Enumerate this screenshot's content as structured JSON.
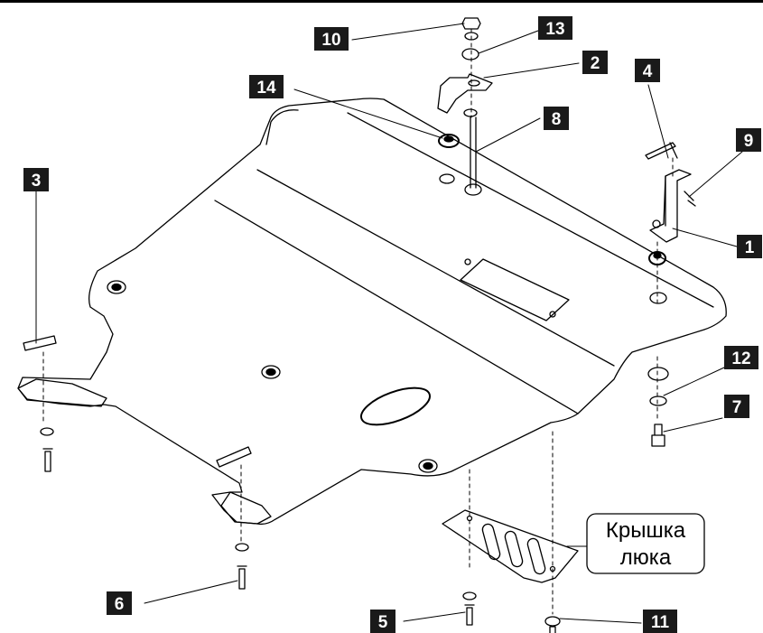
{
  "colors": {
    "line": "#000000",
    "background": "#ffffff",
    "label_bg": "#1a1a1a",
    "label_fg": "#ffffff"
  },
  "callouts": {
    "c1": "1",
    "c2": "2",
    "c3": "3",
    "c4": "4",
    "c5": "5",
    "c6": "6",
    "c7": "7",
    "c8": "8",
    "c9": "9",
    "c10": "10",
    "c11": "11",
    "c12": "12",
    "c13": "13",
    "c14": "14"
  },
  "hatch_note": {
    "line1": "Крышка",
    "line2": "люка"
  }
}
